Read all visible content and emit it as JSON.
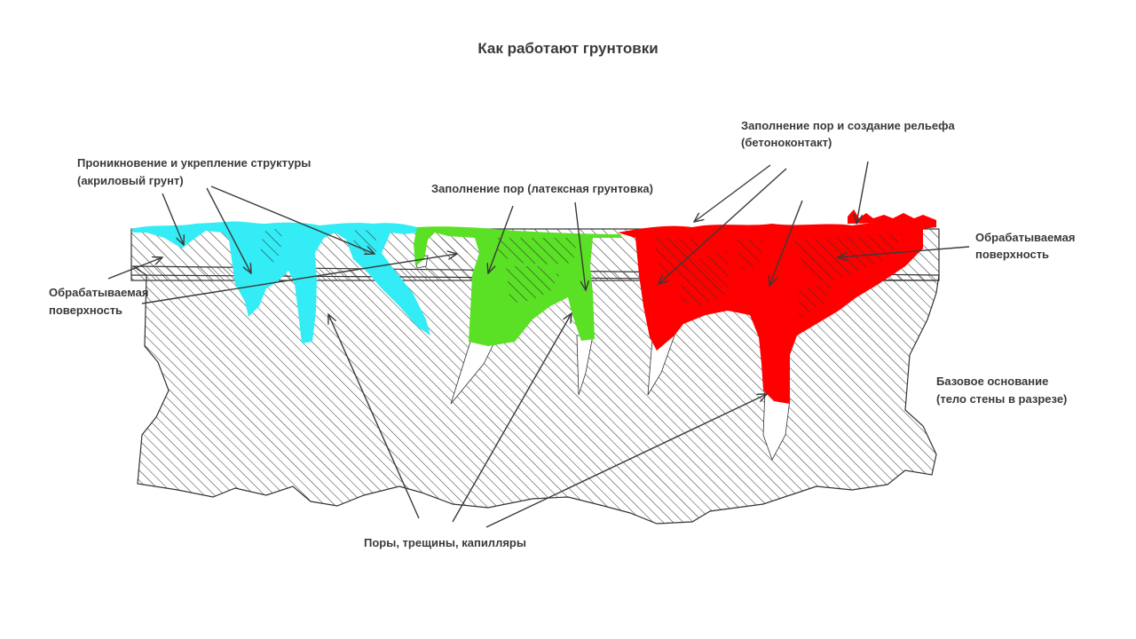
{
  "title": "Как работают грунтовки",
  "labels": {
    "acrylic_line1": "Проникновение и укрепление структуры",
    "acrylic_line2": "(акриловый грунт)",
    "latex": "Заполнение пор (латексная грунтовка)",
    "concrete_line1": "Заполнение пор и создание рельефа",
    "concrete_line2": "(бетоноконтакт)",
    "surface_left_line1": "Обрабатываемая",
    "surface_left_line2": "поверхность",
    "surface_right_line1": "Обрабатываемая",
    "surface_right_line2": "поверхность",
    "base_line1": "Базовое основание",
    "base_line2": "(тело стены в разрезе)",
    "pores": "Поры, трещины, капилляры"
  },
  "colors": {
    "acrylic": "#33ecf5",
    "latex": "#5ae024",
    "concrete_contact": "#ff0000",
    "hatch": "#333333",
    "arrow": "#3a3a3a",
    "text": "#3a3a3a"
  }
}
